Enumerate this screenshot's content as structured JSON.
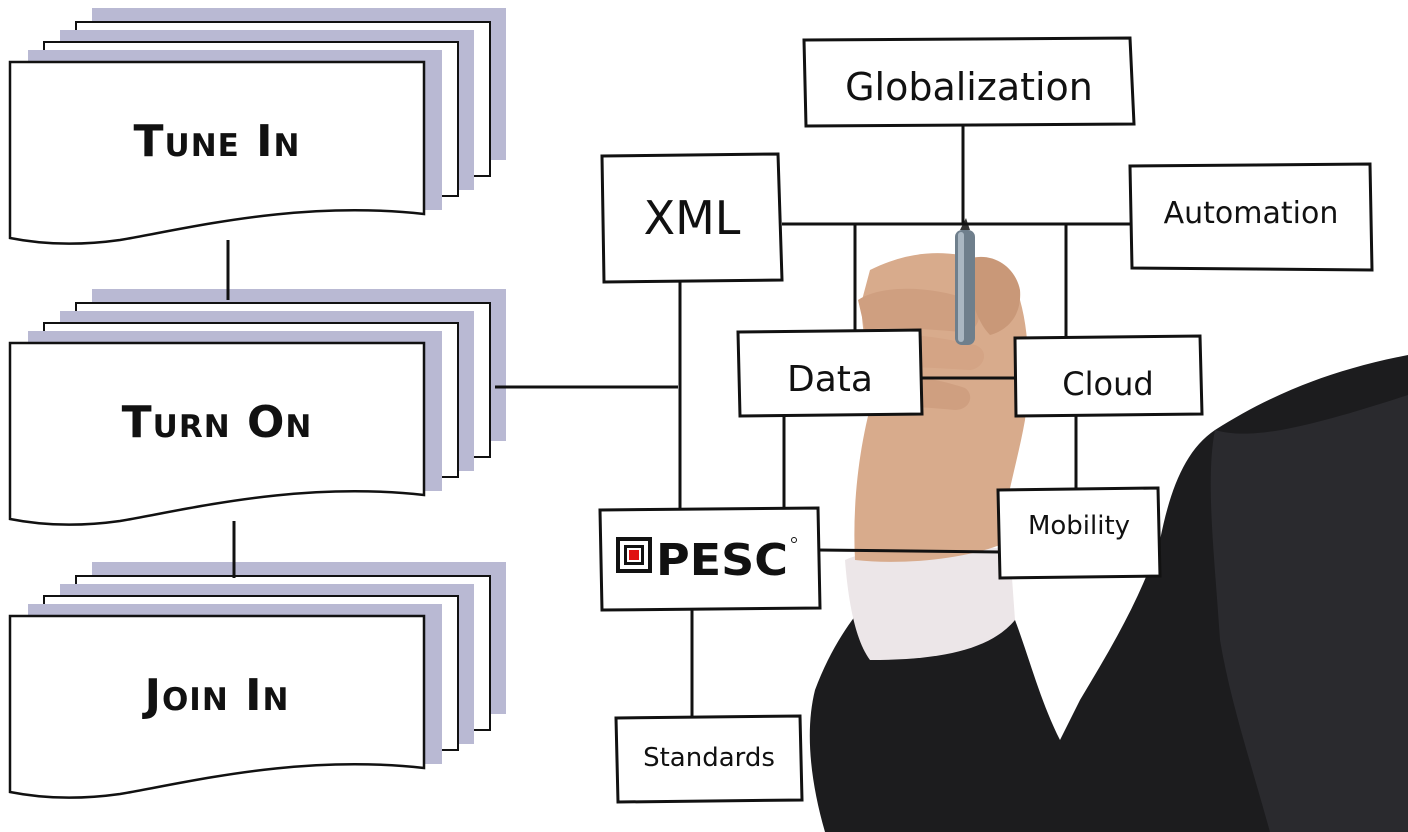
{
  "left_stack": {
    "documents": [
      {
        "label": "Tune In"
      },
      {
        "label": "Turn On"
      },
      {
        "label": "Join In"
      }
    ]
  },
  "diagram": {
    "nodes": {
      "globalization": "Globalization",
      "xml": "XML",
      "automation": "Automation",
      "data": "Data",
      "cloud": "Cloud",
      "mobility": "Mobility",
      "pesc": "PESC",
      "standards": "Standards"
    }
  },
  "colors": {
    "doc_shadow": "#b9b9d3",
    "ink": "#111111",
    "suit": "#1c1c1e",
    "skin": "#d8ab8c",
    "pesc_red": "#e01010"
  }
}
